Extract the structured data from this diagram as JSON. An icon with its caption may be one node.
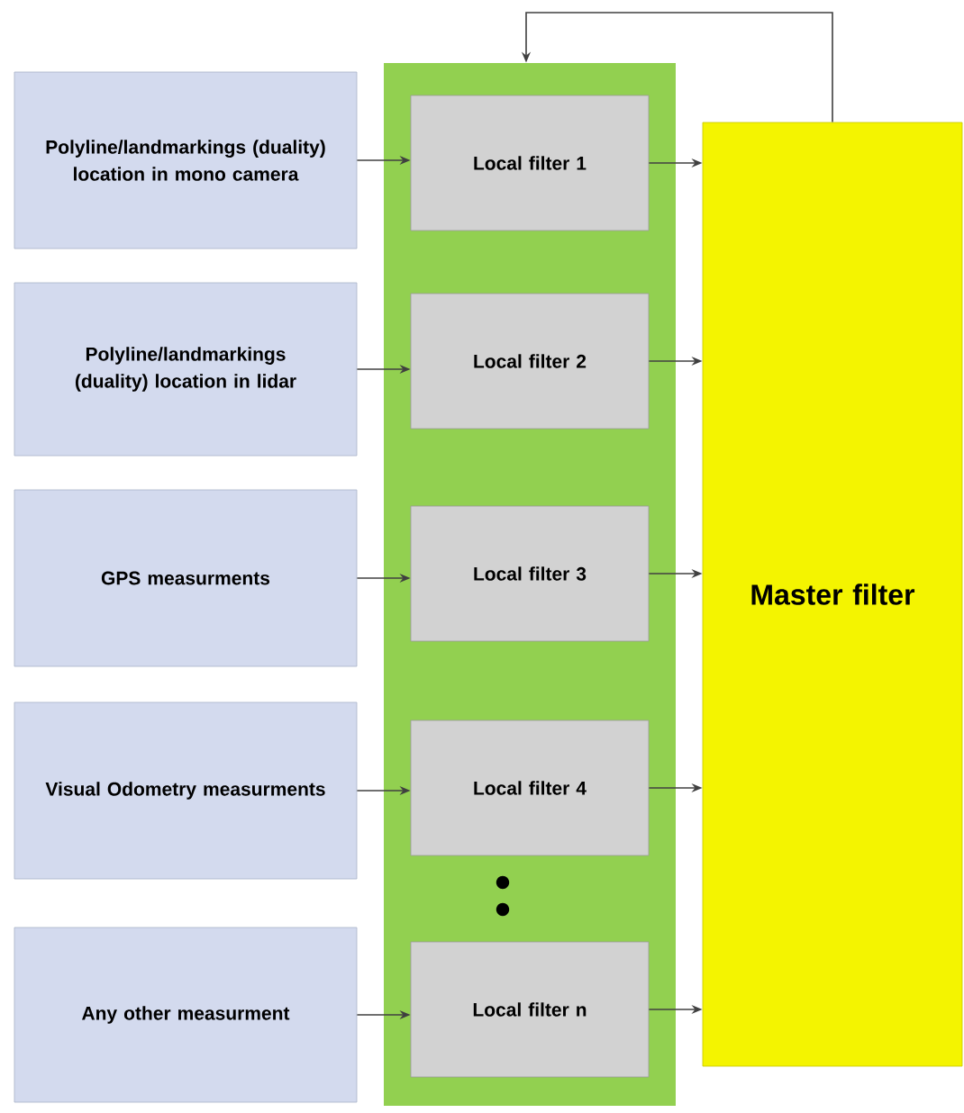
{
  "diagram": {
    "nodes": [
      {
        "text": [],
        "shape": "box"
      },
      {
        "text": [
          "Local filter 1"
        ],
        "in": 0
      },
      {
        "text": [
          "Local filter 2"
        ],
        "in": 0
      },
      {
        "text": [
          "Local filter 3"
        ],
        "in": 0
      },
      {
        "text": [
          "Local filter 4"
        ],
        "in": 0
      },
      {
        "text": [
          "Local filter n"
        ],
        "in": 0
      },
      {
        "text": [
          "Polyline/landmarkings (duality) location in mono camera"
        ]
      },
      {
        "text": [
          "Polyline/landmarkings (duality) location in lidar"
        ]
      },
      {
        "text": [
          "GPS measurments"
        ]
      },
      {
        "text": [
          "Visual Odometry measurments"
        ]
      },
      {
        "text": [
          "Any other measurment"
        ]
      },
      {
        "text": [
          "Master filter"
        ]
      }
    ],
    "edges": [
      {
        "from": 6,
        "to": 1,
        "arrow": "to"
      },
      {
        "from": 7,
        "to": 2,
        "arrow": "to"
      },
      {
        "from": 8,
        "to": 3,
        "arrow": "to"
      },
      {
        "from": 9,
        "to": 4,
        "arrow": "to"
      },
      {
        "from": 10,
        "to": 5,
        "arrow": "to"
      },
      {
        "from": 1,
        "to": 11,
        "arrow": "to"
      },
      {
        "from": 2,
        "to": 11,
        "arrow": "to"
      },
      {
        "from": 3,
        "to": 11,
        "arrow": "to"
      },
      {
        "from": 4,
        "to": 11,
        "arrow": "to"
      },
      {
        "from": 5,
        "to": 11,
        "arrow": "to"
      },
      {
        "from": 11,
        "to": 0,
        "arrow": "to"
      }
    ]
  }
}
